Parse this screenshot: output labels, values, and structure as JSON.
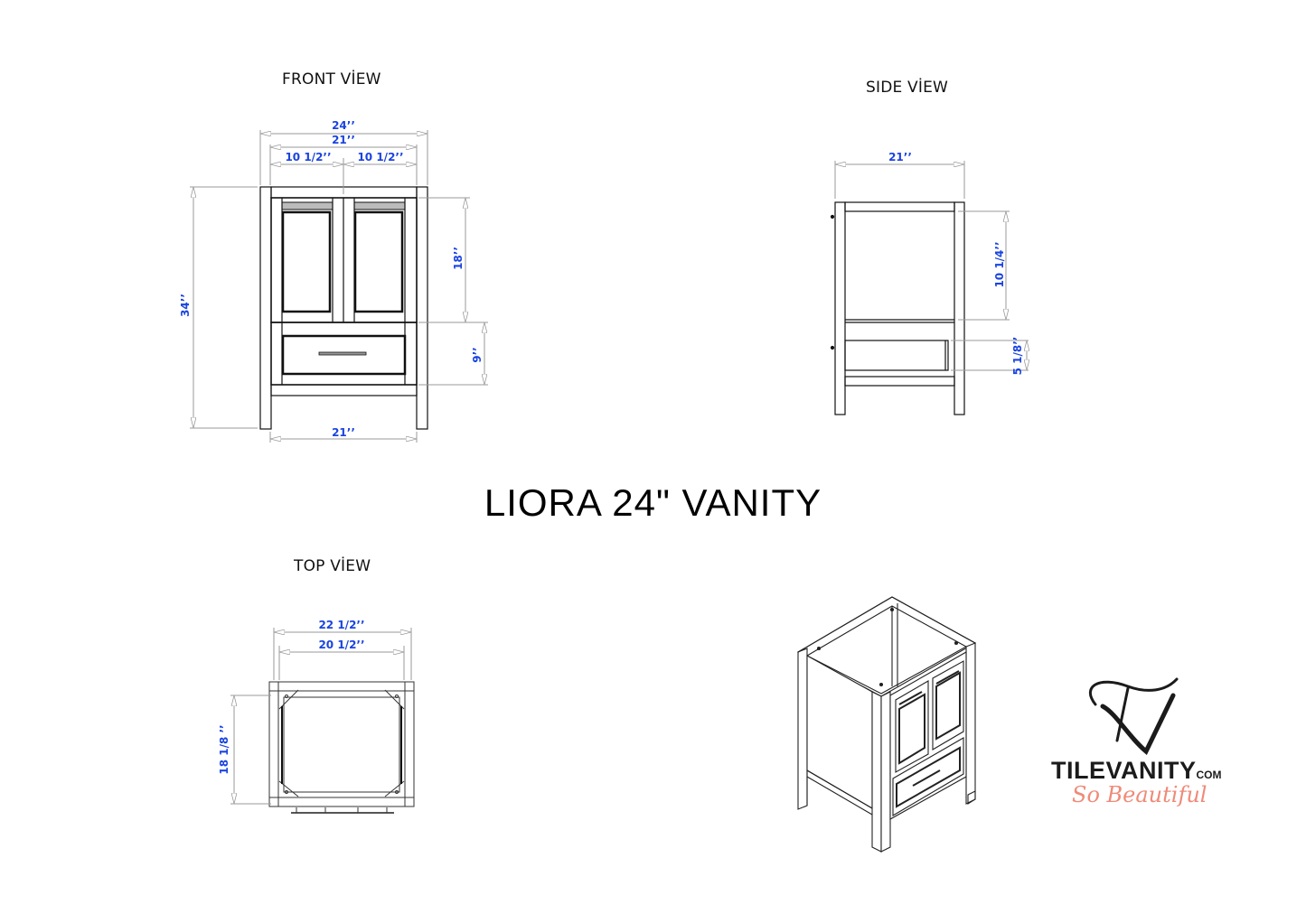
{
  "title": "LIORA 24\" VANITY",
  "colors": {
    "dimension_text": "#1a44e0",
    "line": "#111111",
    "dim_line": "#9a9a9a",
    "tagline": "#f08a78"
  },
  "views": {
    "front": {
      "label": "FRONT VİEW",
      "dimensions": {
        "overall_width": "24’’",
        "inner_width": "21’’",
        "left_door": "10 1/2’’",
        "right_door": "10 1/2’’",
        "height": "34’’",
        "door_height": "18’’",
        "drawer_height": "9’’",
        "base_width": "21’’"
      }
    },
    "side": {
      "label": "SIDE VİEW",
      "dimensions": {
        "depth": "21’’",
        "upper_opening": "10 1/4’’",
        "drawer_height": "5 1/8’’"
      }
    },
    "top": {
      "label": "TOP VİEW",
      "dimensions": {
        "outer_width": "22 1/2’’",
        "inner_width": "20 1/2’’",
        "depth": "18 1/8 ’’"
      }
    },
    "isometric": {
      "label": ""
    }
  },
  "logo": {
    "brand": "TILEVANITY",
    "suffix": "COM",
    "tagline": "So Beautiful"
  }
}
